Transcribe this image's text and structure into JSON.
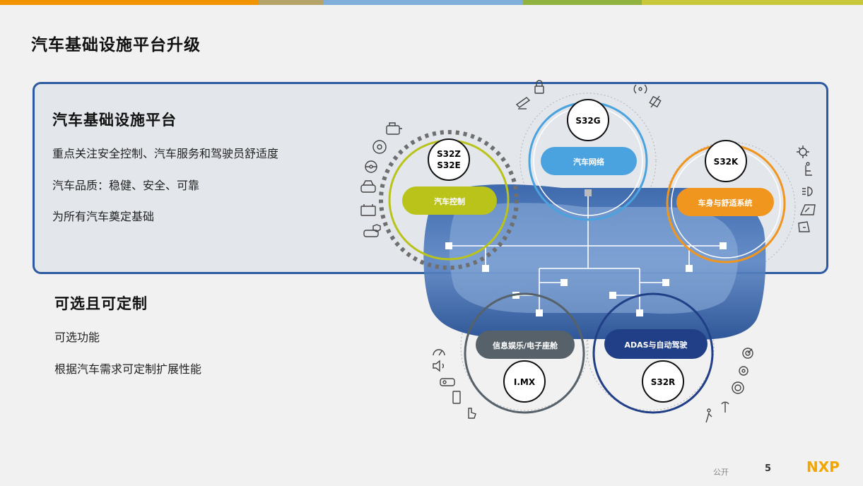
{
  "colors": {
    "top_bar": [
      "#f29400",
      "#b5a36a",
      "#7eaed9",
      "#8fb33e",
      "#c9c83a"
    ],
    "panel_border": "#2c5aa0",
    "s32z": "#b9c31a",
    "s32g": "#4aa3df",
    "s32k": "#f0961e",
    "imx": "#56616a",
    "s32r": "#213f86"
  },
  "header": {
    "title": "汽车基础设施平台升级"
  },
  "panel": {
    "heading": "汽车基础设施平台",
    "lines": [
      "重点关注安全控制、汽车服务和驾驶员舒适度",
      "汽车品质：稳健、安全、可靠",
      "为所有汽车奠定基础"
    ]
  },
  "optional": {
    "heading": "可选且可定制",
    "lines": [
      "可选功能",
      "根据汽车需求可定制扩展性能"
    ]
  },
  "diagram": {
    "s32z": {
      "chip_line1": "S32Z",
      "chip_line2": "S32E",
      "label": "汽车控制"
    },
    "s32g": {
      "chip": "S32G",
      "label": "汽车网络"
    },
    "s32k": {
      "chip": "S32K",
      "label": "车身与舒适系统"
    },
    "imx": {
      "chip": "I.MX",
      "label": "信息娱乐/电子座舱"
    },
    "s32r": {
      "chip": "S32R",
      "label": "ADAS与自动驾驶"
    },
    "icons": {
      "left": [
        "engine-icon",
        "brake-disc-icon",
        "steering-wheel-icon",
        "car-front-icon",
        "battery-icon",
        "car-shield-icon"
      ],
      "top": [
        "lock-icon",
        "remote-key-icon",
        "wireless-icon",
        "satellite-icon"
      ],
      "right": [
        "fan-icon",
        "seat-icon",
        "headlight-icon",
        "dashboard-icon",
        "door-icon"
      ],
      "bottom_left": [
        "gauge-icon",
        "speaker-icon",
        "camera-car-icon",
        "mobile-phone-icon",
        "touch-hand-icon"
      ],
      "bottom_right": [
        "radar-icon",
        "sensor-icon",
        "lidar-icon",
        "antenna-icon",
        "pedestrian-icon"
      ]
    }
  },
  "footer": {
    "classification": "公开",
    "page": "5",
    "logo_text": "NXP"
  }
}
